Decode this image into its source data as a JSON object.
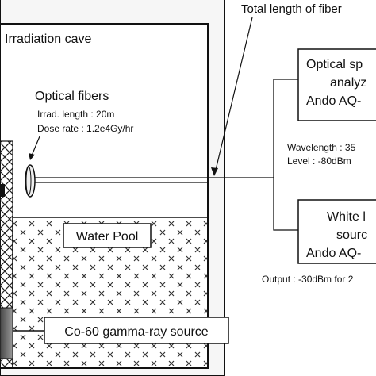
{
  "diagram": {
    "cave_label": "Irradiation cave",
    "fiber_length_label": "Total length of fiber",
    "optical_fibers": {
      "title": "Optical fibers",
      "length_line": "Irrad. length : 20m",
      "dose_line": "Dose rate : 1.2e4Gy/hr"
    },
    "water_pool_label": "Water Pool",
    "source_label": "Co-60 gamma-ray source",
    "analyzer": {
      "line1": "Optical sp",
      "line2": "analyz",
      "line3": "Ando AQ-",
      "wavelength": "Wavelength : 35",
      "level": "Level : -80dBm"
    },
    "white_light": {
      "line1": "White l",
      "line2": "sourc",
      "line3": "Ando AQ-",
      "output": "Output : -30dBm for 2"
    }
  }
}
